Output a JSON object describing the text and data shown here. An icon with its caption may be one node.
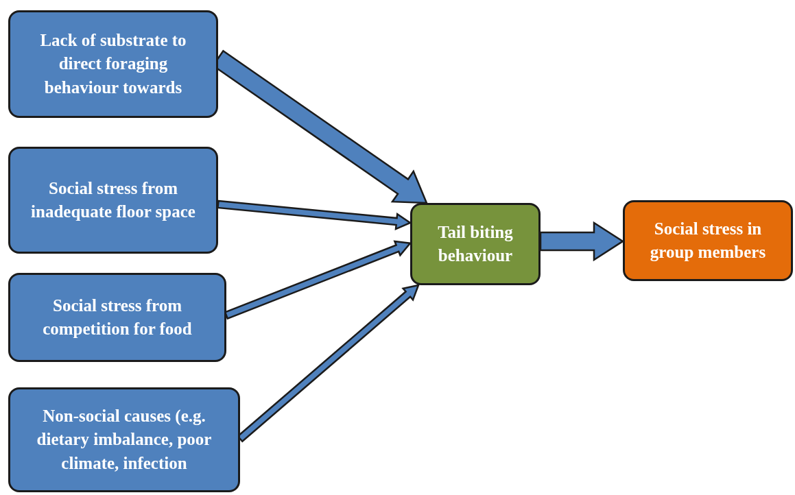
{
  "diagram": {
    "nodes": [
      {
        "text": [
          "Lack of substrate to direct foraging behaviour towards"
        ]
      },
      {
        "text": [
          "Social stress from inadequate floor space"
        ]
      },
      {
        "text": [
          "Social stress from competition for food"
        ]
      },
      {
        "text": [
          "Non-social causes (e.g. dietary imbalance, poor climate, infection"
        ]
      },
      {
        "text": [
          "Tail biting behaviour"
        ]
      },
      {
        "text": [
          "Social stress in group members"
        ]
      }
    ],
    "edges": [
      {
        "from": 0,
        "to": 4,
        "arrow": "to",
        "style": "thick"
      },
      {
        "from": 1,
        "to": 4,
        "arrow": "to"
      },
      {
        "from": 2,
        "to": 4,
        "arrow": "to"
      },
      {
        "from": 3,
        "to": 4,
        "arrow": "to"
      },
      {
        "from": 4,
        "to": 5,
        "arrow": "to",
        "style": "thick"
      }
    ]
  }
}
